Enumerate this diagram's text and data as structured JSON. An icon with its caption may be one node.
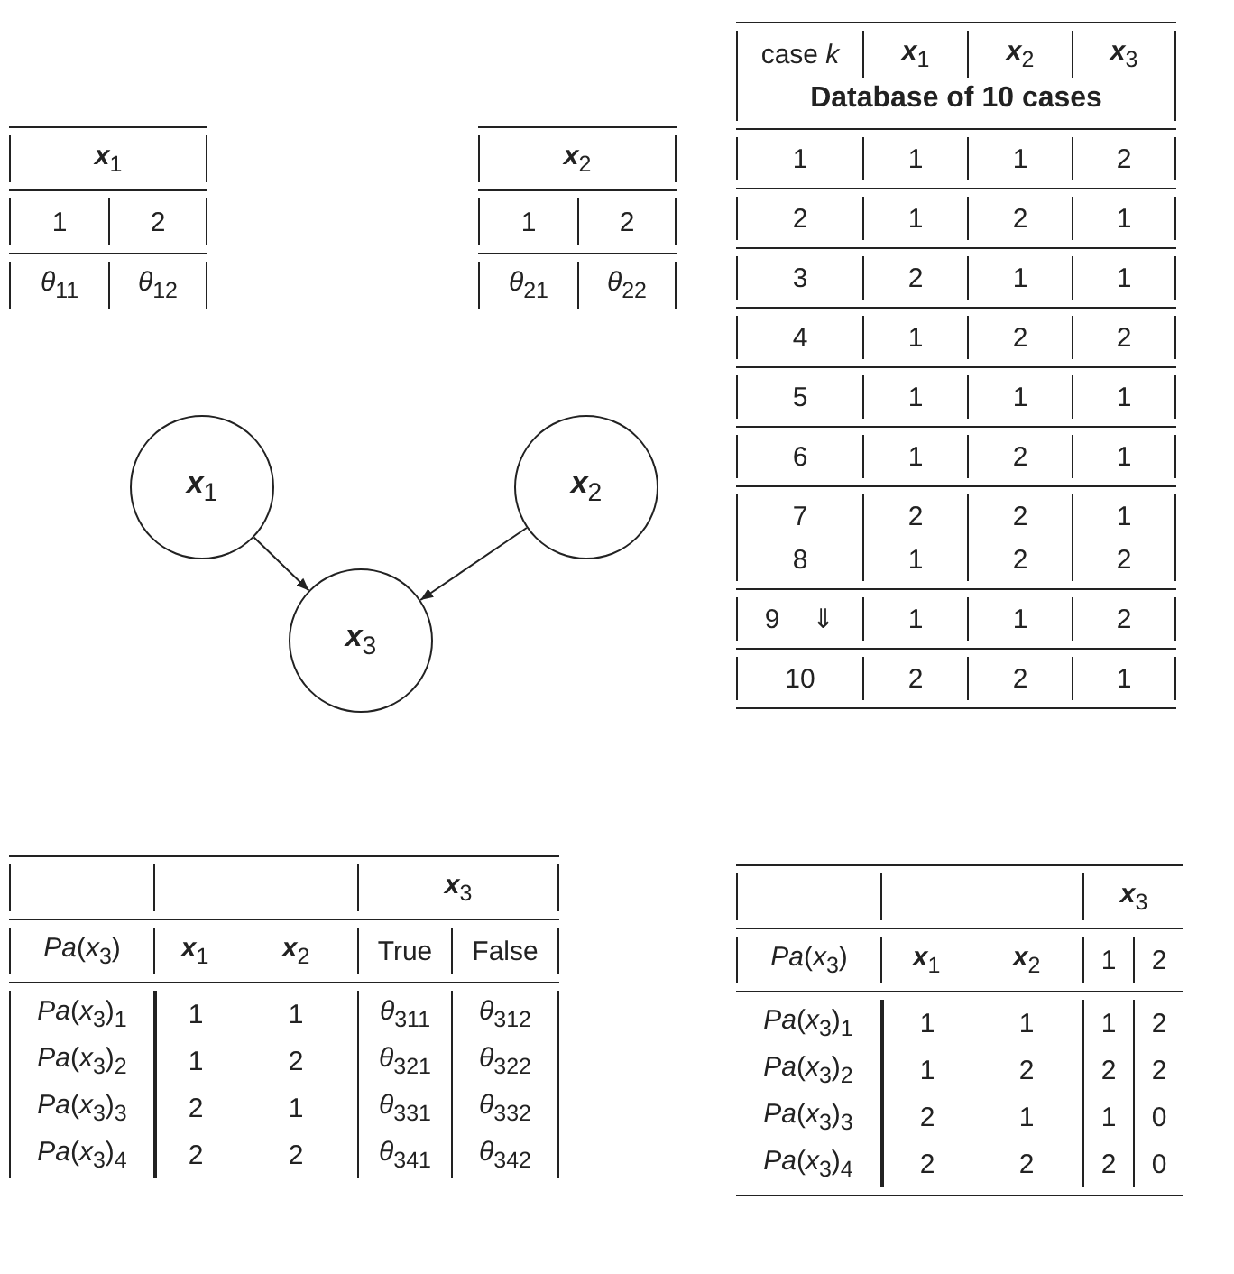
{
  "diagram": {
    "nodes": [
      {
        "text": [
          "**x**$_{1}$"
        ]
      },
      {
        "text": [
          "**x**$_{2}$"
        ]
      },
      {
        "text": [
          "**x**$_{3}$"
        ]
      }
    ],
    "edges": [
      {
        "from": 0,
        "to": 2,
        "arrow": "to"
      },
      {
        "from": 1,
        "to": 2,
        "arrow": "to"
      }
    ],
    "labels": [
      "**x**$_{1}$",
      "1",
      "2",
      "*θ*$_{11}$",
      "*θ*$_{12}$",
      "**x**$_{2}$",
      "1",
      "2",
      "*θ*$_{21}$",
      "*θ*$_{22}$",
      "case *k*",
      "**x**$_{1}$",
      "**x**$_{2}$",
      "**x**$_{3}$",
      "Database of 10 cases",
      "1",
      "1",
      "1",
      "2",
      "2",
      "1",
      "2",
      "1",
      "3",
      "2",
      "1",
      "1",
      "4",
      "1",
      "2",
      "2",
      "5",
      "1",
      "1",
      "1",
      "6",
      "1",
      "2",
      "1",
      "7",
      "2",
      "2",
      "1",
      "8",
      "1",
      "2",
      "2",
      "9",
      "⇓",
      "1",
      "1",
      "2",
      "10",
      "2",
      "2",
      "1",
      "**x**$_{3}$",
      "*Pa*(*x*$_{3}$)",
      "**x**$_{1}$",
      "**x**$_{2}$",
      "True",
      "False",
      "*Pa*(*x*$_{3}$)$_{1}$",
      "1",
      "1",
      "*θ*$_{311}$",
      "*θ*$_{312}$",
      "*Pa*(*x*$_{3}$)$_{2}$",
      "1",
      "2",
      "*θ*$_{321}$",
      "*θ*$_{322}$",
      "*Pa*(*x*$_{3}$)$_{3}$",
      "2",
      "1",
      "*θ*$_{331}$",
      "*θ*$_{332}$",
      "*Pa*(*x*$_{3}$)$_{4}$",
      "2",
      "2",
      "*θ*$_{341}$",
      "*θ*$_{342}$",
      "**x**$_{3}$",
      "*Pa*(*x*$_{3}$)",
      "**x**$_{1}$",
      "**x**$_{2}$",
      "1",
      "2",
      "*Pa*(*x*$_{3}$)$_{1}$",
      "1",
      "1",
      "1",
      "2",
      "*Pa*(*x*$_{3}$)$_{2}$",
      "1",
      "2",
      "2",
      "2",
      "*Pa*(*x*$_{3}$)$_{3}$",
      "2",
      "1",
      "1",
      "0",
      "*Pa*(*x*$_{3}$)$_{4}$",
      "2",
      "2",
      "2",
      "0"
    ]
  }
}
